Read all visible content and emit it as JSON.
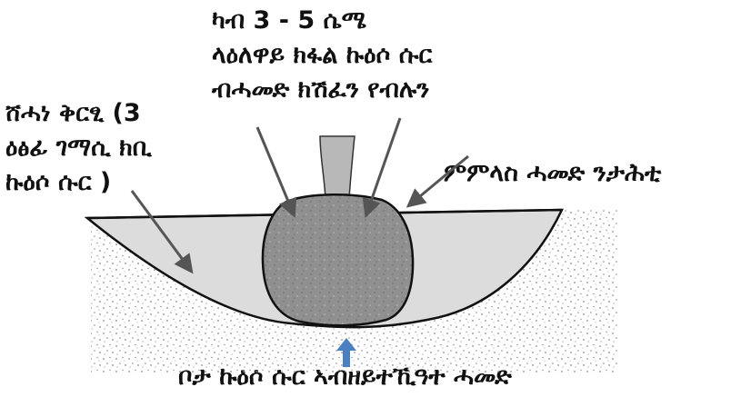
{
  "labels": {
    "top": "ካብ 3 - 5 ሴሜ\nላዕለዋይ ክፋል ኩዕሶ ሱር\nብሓመድ ክሽፈን የብሉን",
    "left": "ሸሓነ ቅርፂ (3\nዕፅፊ ገማሲ ክቢ\nኩዕሶ ሱር )",
    "right": "ምምላስ ሓመድ ንታሕቲ",
    "bottom": "ቦታ ኩዕሶ ሱር ኣብዘይተኺዓተ ሓመድ"
  },
  "colors": {
    "ink": "#111111",
    "basin_fill": "#dcdcdc",
    "root_ball": "#909090",
    "trunk": "#b8b8b8",
    "soil": "#ffffff",
    "soil_speckle": "#8a8a8a",
    "marker_arrow": "#4a7fc1"
  }
}
